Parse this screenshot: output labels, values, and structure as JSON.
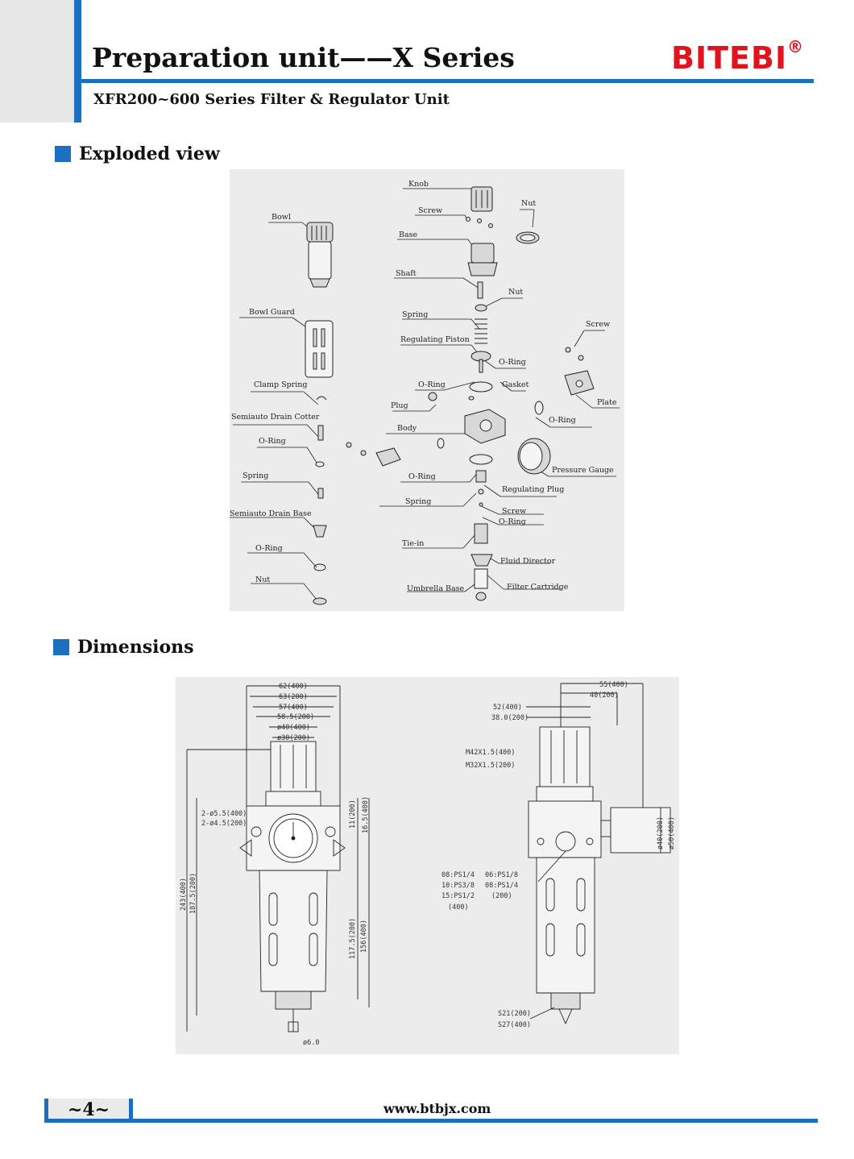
{
  "header": {
    "title": "Preparation unit——X Series",
    "brand": "BITEBI",
    "brand_mark": "®",
    "subtitle": "XFR200~600 Series Filter & Regulator Unit"
  },
  "sections": {
    "exploded": "Exploded view",
    "dimensions": "Dimensions"
  },
  "exploded_labels": {
    "knob": "Knob",
    "screw1": "Screw",
    "nut1": "Nut",
    "base": "Base",
    "bowl": "Bowl",
    "shaft": "Shaft",
    "nut2": "Nut",
    "bowl_guard": "Bowl Guard",
    "spring1": "Spring",
    "screw2": "Screw",
    "reg_piston": "Regulating Piston",
    "oring1": "O-Ring",
    "clamp_spring": "Clamp Spring",
    "oring2": "O-Ring",
    "gasket": "Gasket",
    "plate": "Plate",
    "plug": "Plug",
    "drain_cotter": "Semiauto Drain Cotter",
    "body": "Body",
    "oring3": "O-Ring",
    "oring4": "O-Ring",
    "oring5": "O-Ring",
    "pressure_gauge": "Pressure Gauge",
    "spring2": "Spring",
    "reg_plug": "Regulating Plug",
    "spring3": "Spring",
    "screw3": "Screw",
    "oring6": "O-Ring",
    "drain_base": "Semiauto Drain Base",
    "tiein": "Tie-in",
    "oring7": "O-Ring",
    "fluid_director": "Fluid Director",
    "nut3": "Nut",
    "umbrella_base": "Umbrella Base",
    "filter_cartridge": "Filter Cartridge"
  },
  "dim_labels": {
    "d1": "62(400)",
    "d2": "63(200)",
    "d3": "57(400)",
    "d4": "58.5(200)",
    "d5": "ø40(400)",
    "d6": "ø30(200)",
    "d7": "2-ø5.5(400)",
    "d8": "2-ø4.5(200)",
    "d9": "11(200)",
    "d10": "16.5(400)",
    "d11": "243(400)",
    "d12": "187.5(200)",
    "d13": "117.5(200)",
    "d14": "156(400)",
    "d15": "ø6.0",
    "r1": "55(400)",
    "r2": "40(200)",
    "r3": "52(400)",
    "r4": "38.0(200)",
    "r5": "M42X1.5(400)",
    "r6": "M32X1.5(200)",
    "r7": "ø40(200)",
    "r8": "ø50(400)",
    "p1": "08:PS1/4",
    "p2": "10:PS3/8",
    "p3": "15:PS1/2",
    "p4": "(400)",
    "p5": "06:PS1/8",
    "p6": "08:PS1/4",
    "p7": "(200)",
    "s1": "S21(200)",
    "s2": "S27(400)"
  },
  "footer": {
    "page": "~4~",
    "url": "www.btbjx.com"
  },
  "colors": {
    "accent": "#1b6fc0",
    "brand": "#e0141e",
    "panel": "#ececec"
  }
}
